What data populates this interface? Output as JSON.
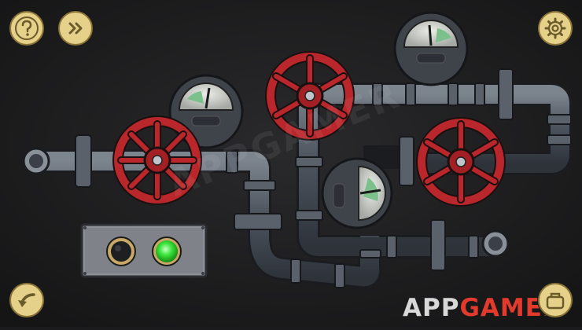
{
  "watermark": {
    "center_text": "APPGAMER",
    "corner_part1": "APP",
    "corner_part2": "GAMER"
  },
  "buttons": {
    "help_icon": "question-mark",
    "skip_icon": "double-chevron-right",
    "settings_icon": "gear",
    "back_icon": "curved-arrow",
    "inventory_icon": "bag"
  },
  "control_panel": {
    "left_light": "off",
    "right_light": "on"
  },
  "colors": {
    "background": "#1b1b1d",
    "pipe": "#4f5660",
    "valve": "#b9262b",
    "button_gold": "#e6d18a",
    "light_green": "#3ce63c",
    "gauge_green": "#7cc08c"
  }
}
